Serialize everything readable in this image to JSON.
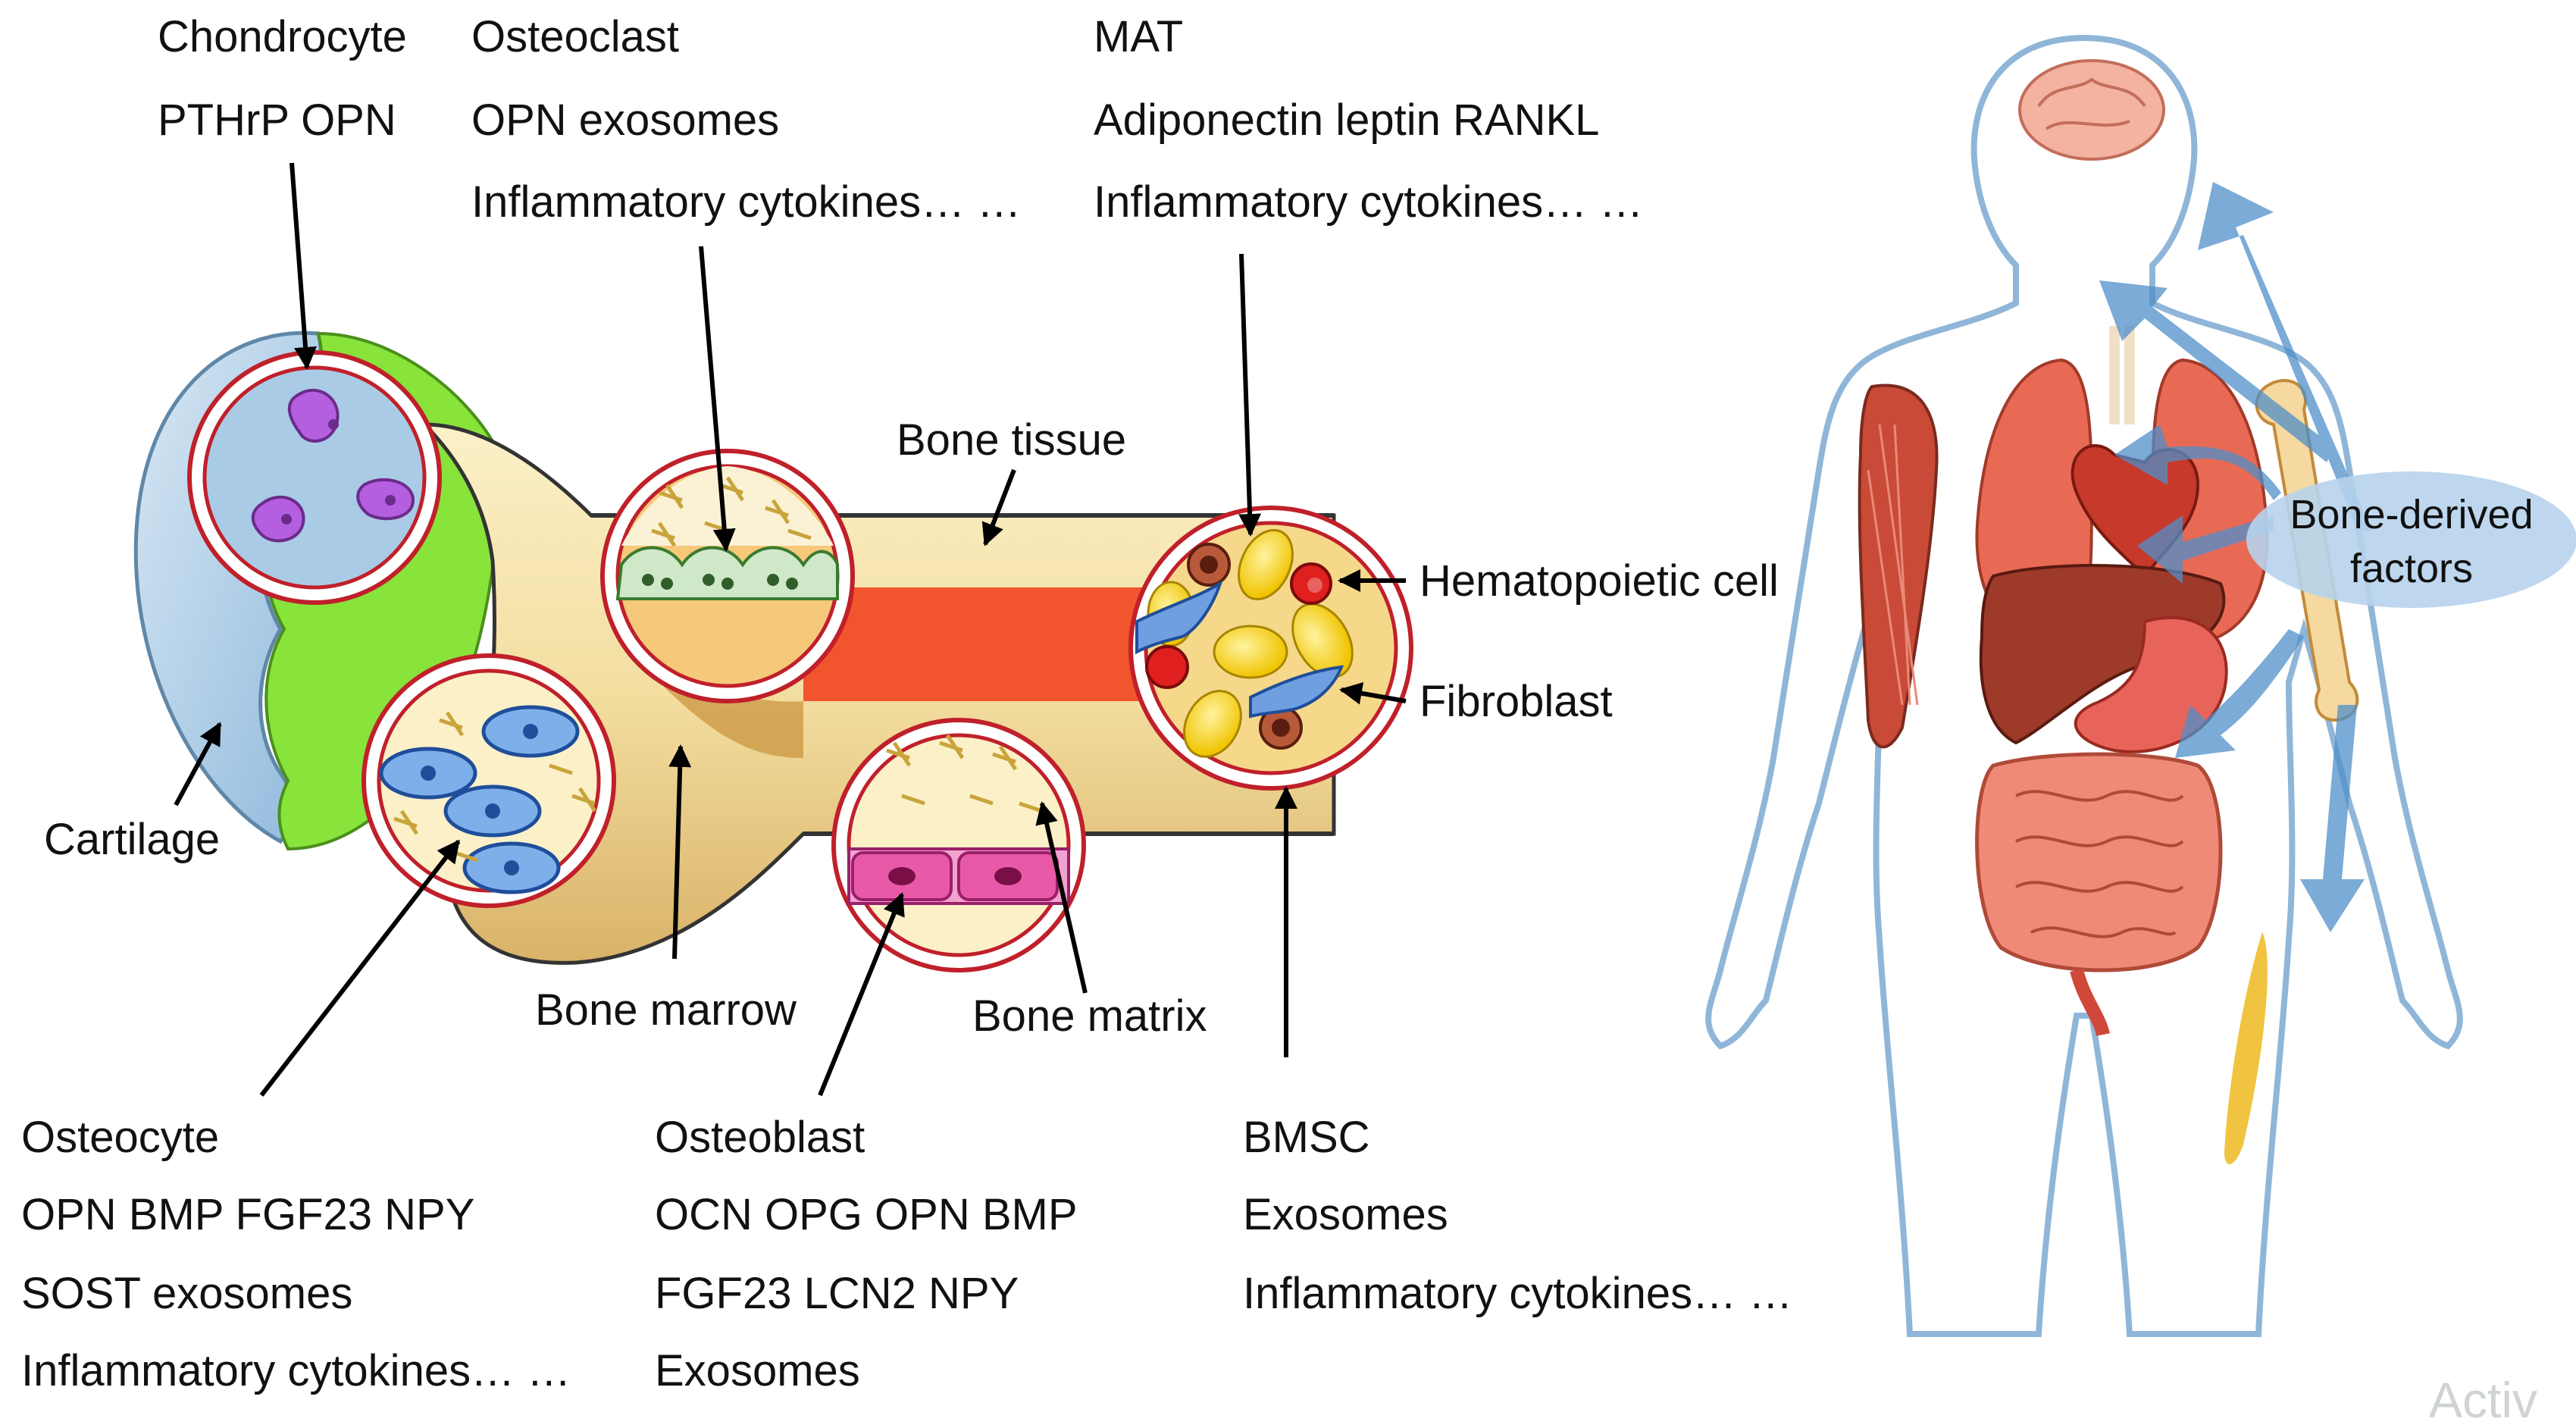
{
  "groups": {
    "chondrocyte": {
      "title": "Chondrocyte",
      "factors": [
        "PTHrP  OPN"
      ]
    },
    "osteoclast": {
      "title": "Osteoclast",
      "factors": [
        "OPN  exosomes",
        "Inflammatory cytokines… …"
      ]
    },
    "mat": {
      "title": "MAT",
      "factors": [
        "Adiponectin  leptin RANKL",
        "Inflammatory cytokines… …"
      ]
    },
    "osteocyte": {
      "title": "Osteocyte",
      "factors": [
        "OPN  BMP  FGF23  NPY",
        "SOST  exosomes",
        "Inflammatory cytokines… …"
      ]
    },
    "osteoblast": {
      "title": "Osteoblast",
      "factors": [
        "OCN  OPG  OPN  BMP",
        "FGF23   LCN2  NPY",
        "Exosomes"
      ]
    },
    "bmsc": {
      "title": "BMSC",
      "factors": [
        "Exosomes",
        "Inflammatory cytokines… …"
      ]
    }
  },
  "structure_labels": {
    "cartilage": "Cartilage",
    "bone_tissue": "Bone tissue",
    "bone_marrow": "Bone marrow",
    "bone_matrix": "Bone matrix",
    "hematopoietic_cell": "Hematopoietic cell",
    "fibroblast": "Fibroblast"
  },
  "body_panel": {
    "bubble_line1": "Bone-derived",
    "bubble_line2": "factors"
  },
  "watermark": "Activ",
  "colors": {
    "cartilage": "#a9cbe6",
    "green_matrix": "#88e33a",
    "bone": "#f6e6b0",
    "marrow_red": "#f2542d",
    "circle_ring": "#c0202a",
    "osteocyte_blue": "#3e7fd6",
    "chondrocyte_purple": "#b45fe0",
    "osteoblast_pink": "#e85aa8",
    "body_outline": "#8fb6d8",
    "arrow_blue": "#4f8fc9",
    "bubble_bg": "#b7d3ec"
  }
}
